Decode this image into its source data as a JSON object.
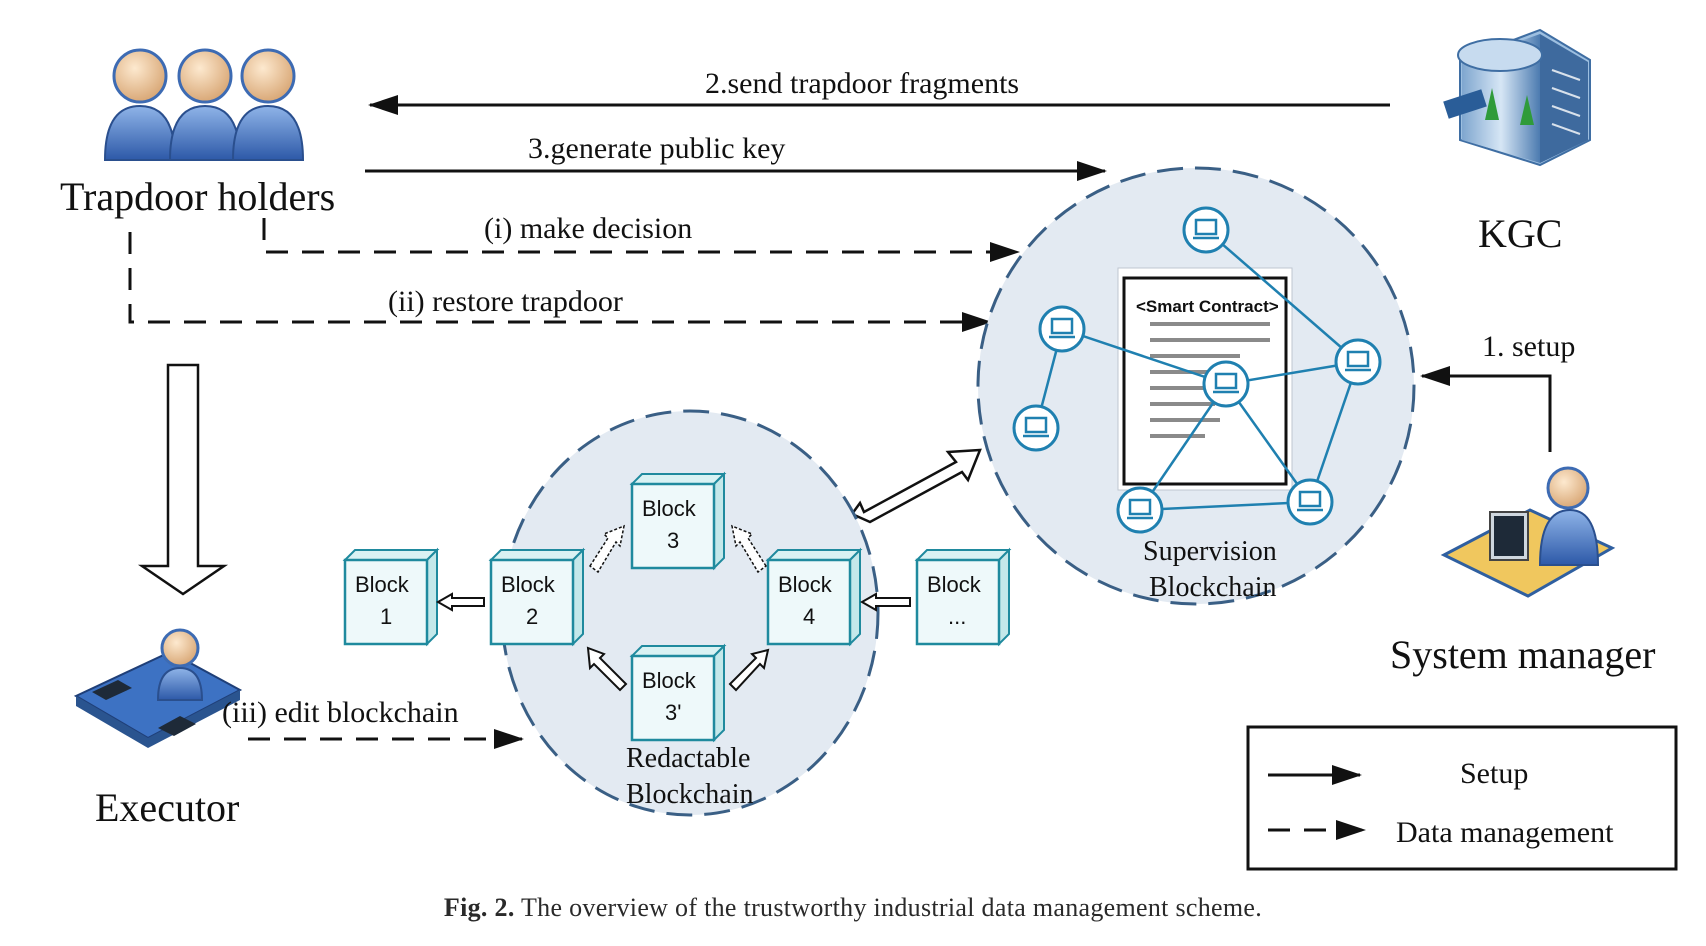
{
  "actors": {
    "trapdoor_holders": "Trapdoor holders",
    "kgc": "KGC",
    "executor": "Executor",
    "system_manager": "System manager"
  },
  "arrows": {
    "send_trapdoor": "2.send trapdoor fragments",
    "generate_key": "3.generate public key",
    "make_decision": "(i) make decision",
    "restore_trapdoor": "(ii) restore trapdoor",
    "edit_blockchain": "(iii) edit blockchain",
    "setup": "1. setup"
  },
  "supervision": {
    "contract": "<Smart Contract>",
    "label_line1": "Supervision",
    "label_line2": "Blockchain"
  },
  "redactable": {
    "label_line1": "Redactable",
    "label_line2": "Blockchain",
    "blocks": [
      {
        "word": "Block",
        "id": "1"
      },
      {
        "word": "Block",
        "id": "2"
      },
      {
        "word": "Block",
        "id": "3"
      },
      {
        "word": "Block",
        "id": "4"
      },
      {
        "word": "Block",
        "id": "3'"
      },
      {
        "word": "Block",
        "id": "..."
      }
    ]
  },
  "legend": {
    "solid": "Setup",
    "dashed": "Data management"
  },
  "caption": {
    "label": "Fig. 2.",
    "text": "The overview of the trustworthy industrial data management scheme."
  },
  "colors": {
    "circle_fill": "#e3eaf2",
    "circle_stroke": "#3a5f85",
    "node_blue": "#1f80b0",
    "person_blue": "#3f73c2"
  }
}
